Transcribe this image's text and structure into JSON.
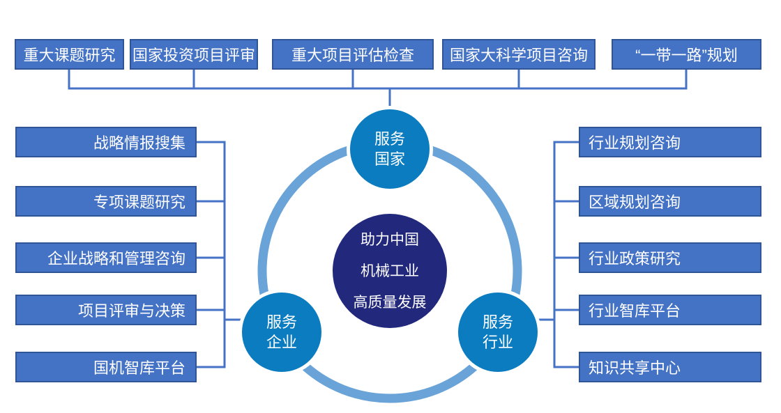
{
  "center": {
    "lines": [
      "助力中国",
      "机械工业",
      "高质量发展"
    ]
  },
  "groups": {
    "country": {
      "node": [
        "服务",
        "国家"
      ],
      "items": [
        "重大课题研究",
        "国家投资项目评审",
        "重大项目评估检查",
        "国家大科学项目咨询",
        "“一带一路”规划"
      ]
    },
    "enterprise": {
      "node": [
        "服务",
        "企业"
      ],
      "items": [
        "战略情报搜集",
        "专项课题研究",
        "企业战略和管理咨询",
        "项目评审与决策",
        "国机智库平台"
      ]
    },
    "industry": {
      "node": [
        "服务",
        "行业"
      ],
      "items": [
        "行业规划咨询",
        "区域规划咨询",
        "行业政策研究",
        "行业智库平台",
        "知识共享中心"
      ]
    }
  },
  "colors": {
    "box_fill": "#4472C4",
    "box_border": "#2F5597",
    "connector": "#4472C4",
    "ring": "#69A3D8",
    "node_fill": "#0B7CC0",
    "node_halo": "#FFFFFF",
    "center_fill": "#22287C",
    "text": "#FFFFFF",
    "background": "#FFFFFF"
  }
}
